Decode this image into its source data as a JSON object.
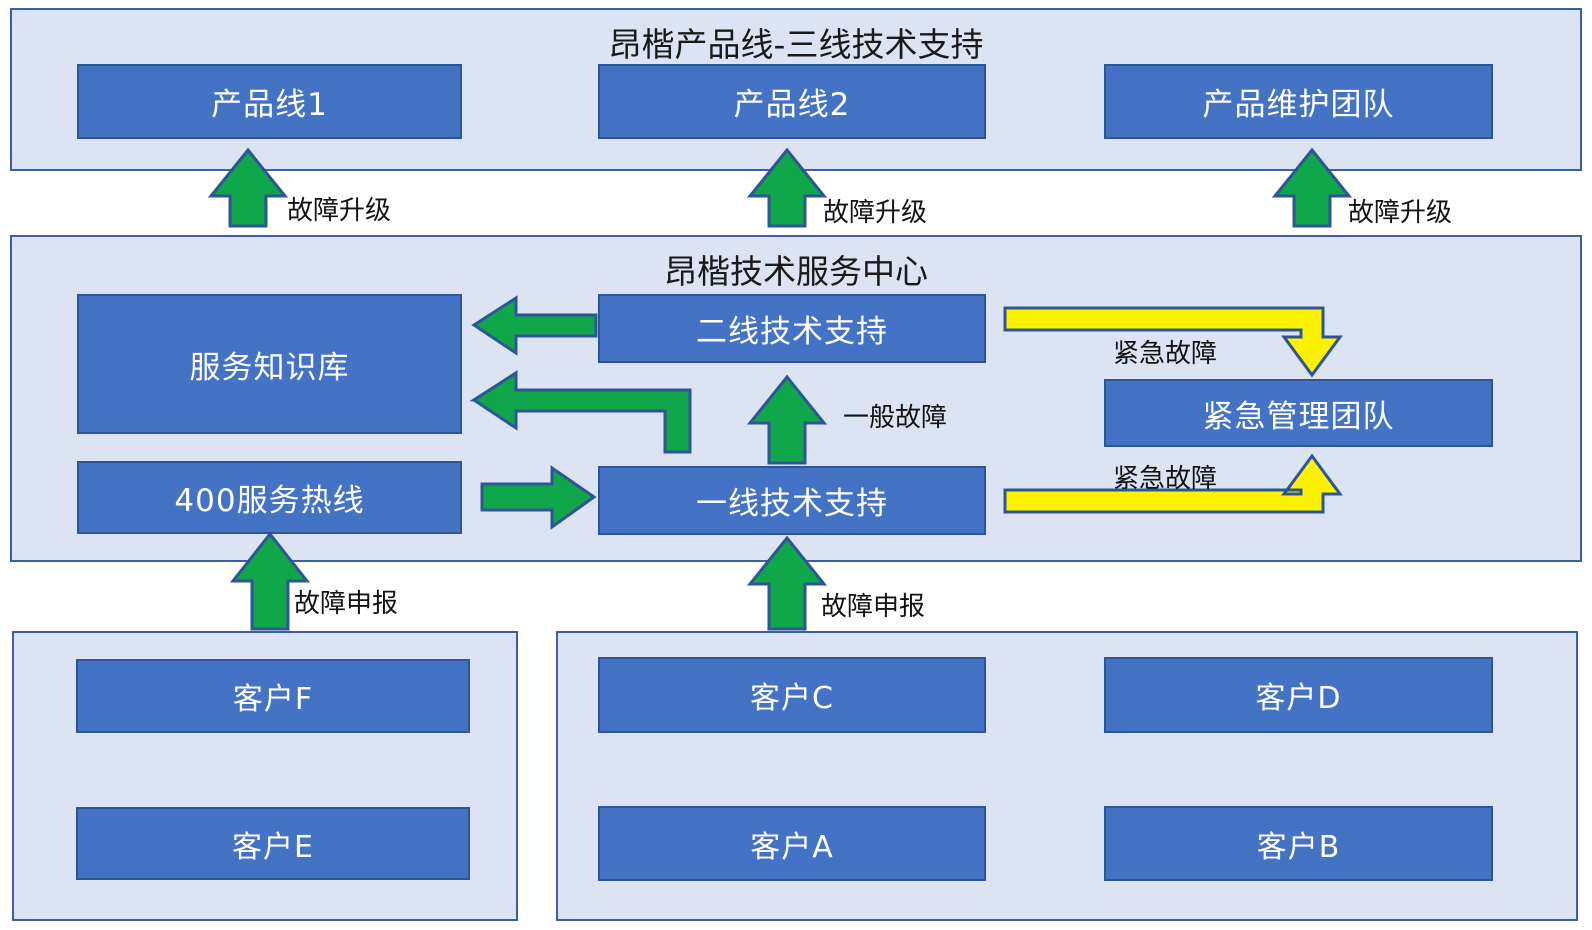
{
  "diagram": {
    "type": "flow",
    "groups": [
      {
        "id": "product-line-group",
        "title": "昂楷产品线-三线技术支持",
        "nodes": [
          {
            "id": "product-line-1",
            "label": "产品线1"
          },
          {
            "id": "product-line-2",
            "label": "产品线2"
          },
          {
            "id": "product-maintenance-team",
            "label": "产品维护团队"
          }
        ]
      },
      {
        "id": "service-center-group",
        "title": "昂楷技术服务中心",
        "nodes": [
          {
            "id": "service-knowledge-base",
            "label": "服务知识库"
          },
          {
            "id": "second-line-support",
            "label": "二线技术支持"
          },
          {
            "id": "emergency-management-team",
            "label": "紧急管理团队"
          },
          {
            "id": "hotline-400",
            "label": "400服务热线"
          },
          {
            "id": "first-line-support",
            "label": "一线技术支持"
          }
        ]
      },
      {
        "id": "customer-group-left",
        "title": "",
        "nodes": [
          {
            "id": "customer-f",
            "label": "客户F"
          },
          {
            "id": "customer-e",
            "label": "客户E"
          }
        ]
      },
      {
        "id": "customer-group-right",
        "title": "",
        "nodes": [
          {
            "id": "customer-c",
            "label": "客户C"
          },
          {
            "id": "customer-d",
            "label": "客户D"
          },
          {
            "id": "customer-a",
            "label": "客户A"
          },
          {
            "id": "customer-b",
            "label": "客户B"
          }
        ]
      }
    ],
    "edges": [
      {
        "id": "escalate-1",
        "label": "故障升级",
        "color": "#10A64A"
      },
      {
        "id": "escalate-2",
        "label": "故障升级",
        "color": "#10A64A"
      },
      {
        "id": "escalate-3",
        "label": "故障升级",
        "color": "#10A64A"
      },
      {
        "id": "general-fault",
        "label": "一般故障",
        "color": "#10A64A"
      },
      {
        "id": "emergency-fault-down",
        "label": "紧急故障",
        "color": "#FFF200"
      },
      {
        "id": "emergency-fault-up",
        "label": "紧急故障",
        "color": "#FFF200"
      },
      {
        "id": "report-fault-left",
        "label": "故障申报",
        "color": "#10A64A"
      },
      {
        "id": "report-fault-right",
        "label": "故障申报",
        "color": "#10A64A"
      }
    ],
    "colors": {
      "node_fill": "#4472C4",
      "node_border": "#2E5596",
      "panel_fill": "#DCE3F3",
      "panel_border": "#3B5FA5",
      "arrow_green": "#10A64A",
      "arrow_yellow": "#FFF200",
      "text_on_node": "#FFFFFF",
      "text_label": "#131313",
      "background": "#FFFFFF"
    }
  }
}
